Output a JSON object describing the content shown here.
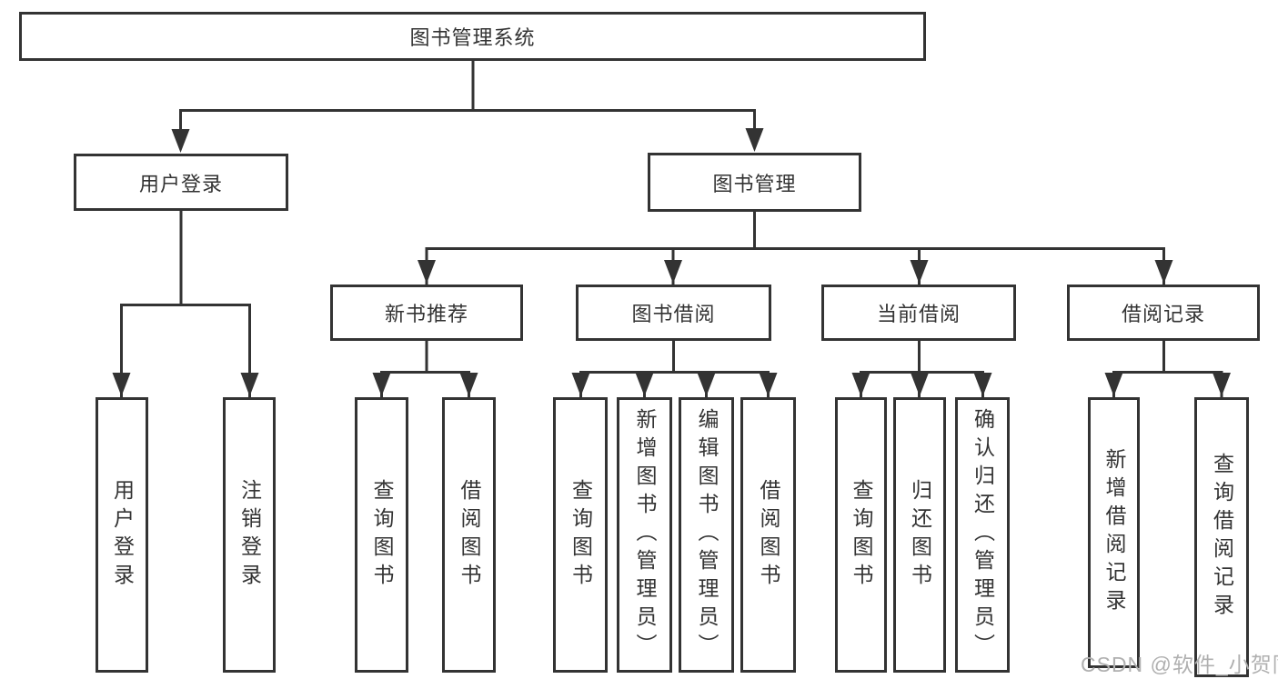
{
  "diagram_title": "图书管理系统",
  "tree": {
    "root": {
      "label": "图书管理系统"
    },
    "branches": [
      {
        "label": "用户登录",
        "leaves": [
          {
            "label": "用户登录"
          },
          {
            "label": "注销登录"
          }
        ]
      },
      {
        "label": "图书管理",
        "groups": [
          {
            "label": "新书推荐",
            "leaves": [
              {
                "label": "查询图书"
              },
              {
                "label": "借阅图书"
              }
            ]
          },
          {
            "label": "图书借阅",
            "leaves": [
              {
                "label": "查询图书"
              },
              {
                "label": "新增图书（管理员）"
              },
              {
                "label": "编辑图书（管理员）"
              },
              {
                "label": "借阅图书"
              }
            ]
          },
          {
            "label": "当前借阅",
            "leaves": [
              {
                "label": "查询图书"
              },
              {
                "label": "归还图书"
              },
              {
                "label": "确认归还（管理员）"
              }
            ]
          },
          {
            "label": "借阅记录",
            "leaves": [
              {
                "label": "新增借阅记录"
              },
              {
                "label": "查询借阅记录"
              }
            ]
          }
        ]
      }
    ]
  },
  "watermark": {
    "text": "CSDN @软件_小贺同学"
  },
  "colors": {
    "background": "#ffffff",
    "box_border": "#333333",
    "connector_line": "#333333",
    "text": "#333333",
    "watermark": "#b0b0b0"
  }
}
